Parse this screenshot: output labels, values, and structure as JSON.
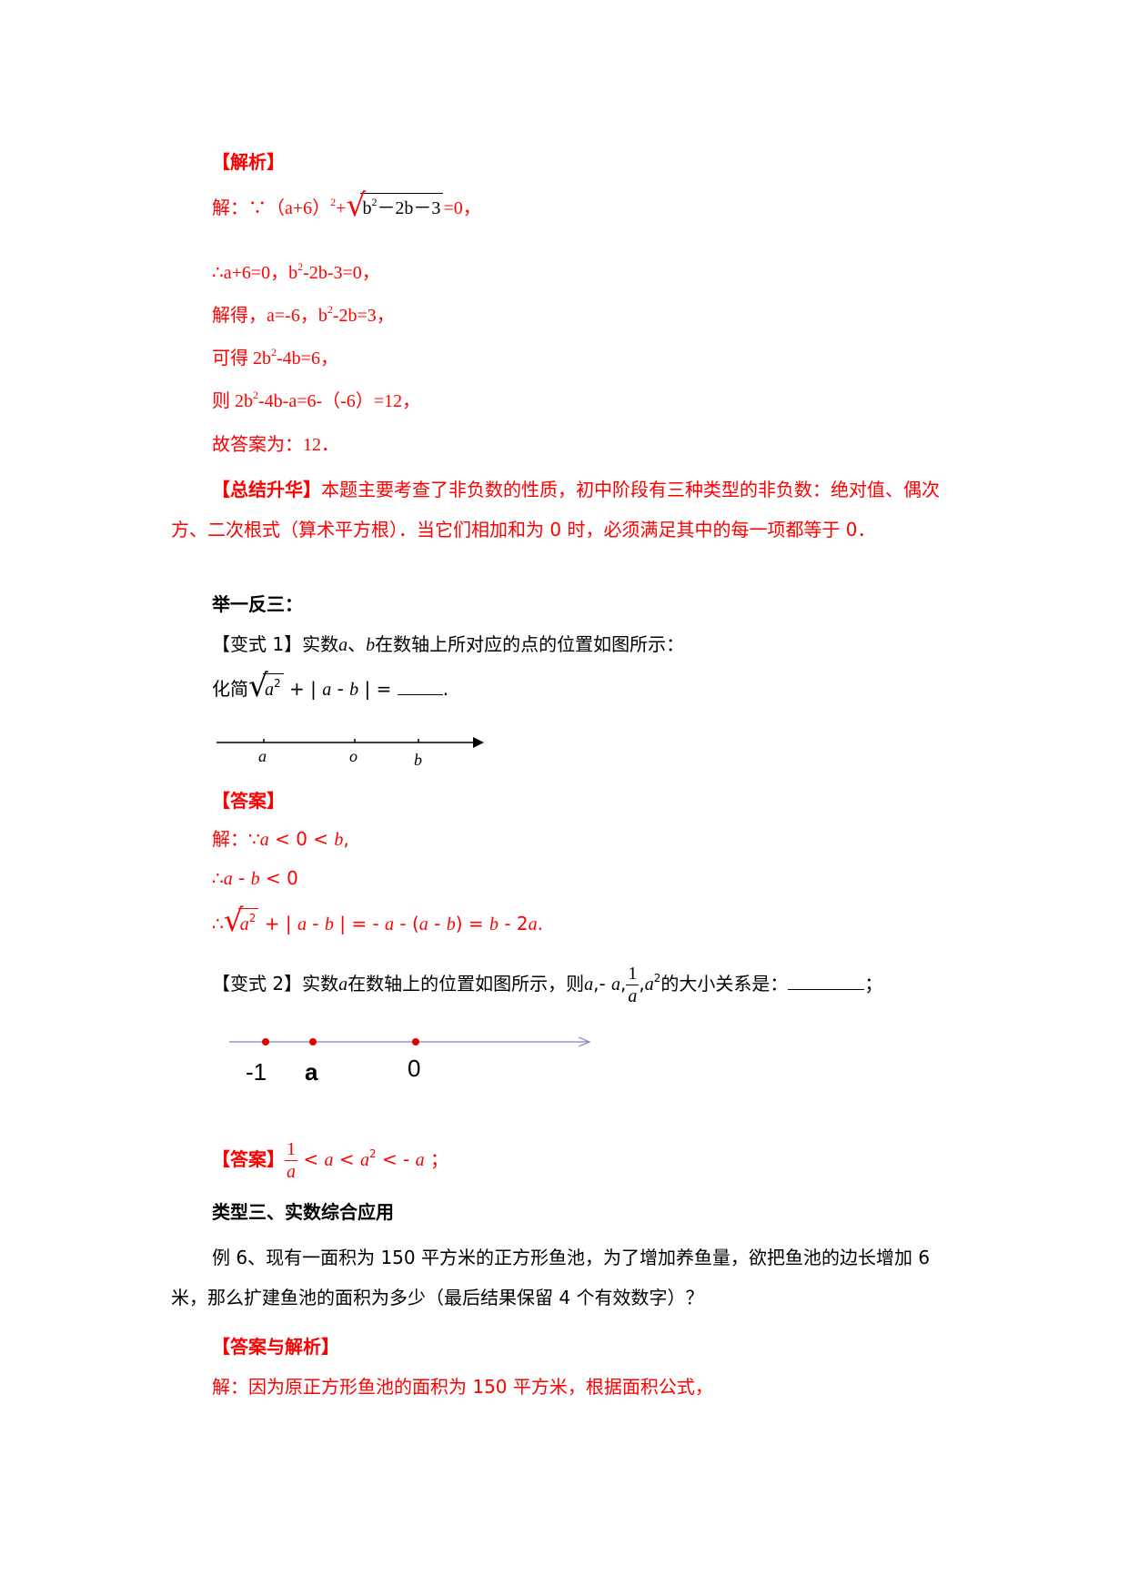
{
  "analysis": {
    "heading": "【解析】",
    "l1_prefix": "解：∵（a+6）",
    "l1_sup": "2",
    "l1_plus": "+",
    "l1_radicand_b": "b",
    "l1_radicand_sup": "2",
    "l1_radicand_rest": "－2b－3",
    "l1_suffix": "=0，",
    "l2_a": "∴a+6=0，b",
    "l2_sup": "2",
    "l2_b": "-2b-3=0，",
    "l3_a": "解得，a=-6，b",
    "l3_sup": "2",
    "l3_b": "-2b=3，",
    "l4_a": "可得 2b",
    "l4_sup": "2",
    "l4_b": "-4b=6，",
    "l5_a": "则 2b",
    "l5_sup": "2",
    "l5_b": "-4b-a=6-（-6）=12，",
    "l6": "故答案为：12．"
  },
  "summary": {
    "label": "【总结升华】",
    "text": "本题主要考查了非负数的性质，初中阶段有三种类型的非负数：绝对值、偶次方、二次根式（算术平方根）．当它们相加和为 0 时，必须满足其中的每一项都等于 0．"
  },
  "practice": {
    "heading": "举一反三：",
    "v1_label": "【变式 1】实数",
    "v1_a": "a",
    "v1_sep": "、",
    "v1_b": "b",
    "v1_rest": "在数轴上所对应的点的位置如图所示：",
    "v1_simplify": "化简",
    "v1_rad": "a",
    "v1_rad_sup": "2",
    "v1_expr_a": " + | ",
    "v1_expr_var_a": "a",
    "v1_expr_mid": " - ",
    "v1_expr_var_b": "b",
    "v1_expr_end": " | = ",
    "v1_blank": "       ",
    "v1_period": ".",
    "axis1": {
      "label_a": "a",
      "label_0": "o",
      "label_b": "b"
    },
    "answer_label": "【答案】",
    "ans_l1_a": "解：∵",
    "ans_l1_var_a": "a",
    "ans_l1_b": " < 0 < ",
    "ans_l1_var_b": "b",
    "ans_l1_c": ",",
    "ans_l2_a": "∴",
    "ans_l2_var_a": "a",
    "ans_l2_b": " - ",
    "ans_l2_var_b": "b",
    "ans_l2_c": " < 0",
    "ans_l3_a": "∴",
    "ans_l3_rad": "a",
    "ans_l3_rad_sup": "2",
    "ans_l3_b": " + | ",
    "ans_l3_c": "a",
    "ans_l3_d": " - ",
    "ans_l3_e": "b",
    "ans_l3_f": " | = - ",
    "ans_l3_g": "a",
    "ans_l3_h": " - (",
    "ans_l3_i": "a",
    "ans_l3_j": " - ",
    "ans_l3_k": "b",
    "ans_l3_l": ") = ",
    "ans_l3_m": "b",
    "ans_l3_n": " - 2",
    "ans_l3_o": "a",
    "ans_l3_p": ".",
    "v2_label": "【变式 2】实数",
    "v2_a": "a",
    "v2_rest1": "在数轴上的位置如图所示，则",
    "v2_list_a": "a",
    "v2_list_sep1": ",- ",
    "v2_list_b": "a",
    "v2_list_sep2": ",",
    "v2_frac_num": "1",
    "v2_frac_den": "a",
    "v2_list_sep3": ",",
    "v2_list_c": "a",
    "v2_list_sup": "2",
    "v2_rest2": "的大小关系是：",
    "v2_blank": "        ",
    "v2_end": "；",
    "axis2": {
      "label_m1": "-1",
      "label_a": "a",
      "label_0": "0"
    },
    "answer2_label": "【答案】",
    "ans2_num": "1",
    "ans2_den": "a",
    "ans2_b": " < ",
    "ans2_var_a": "a",
    "ans2_c": " < ",
    "ans2_var_a2": "a",
    "ans2_sup": "2",
    "ans2_d": " < - ",
    "ans2_var_a3": "a",
    "ans2_end": "  ；"
  },
  "type3": {
    "heading": "类型三、实数综合应用",
    "example": "例 6、现有一面积为 150 平方米的正方形鱼池，为了增加养鱼量，欲把鱼池的边长增加 6 米，那么扩建鱼池的面积为多少（最后结果保留 4 个有效数字）？",
    "answer_label": "【答案与解析】",
    "answer_text": "解：因为原正方形鱼池的面积为 150 平方米，根据面积公式，"
  },
  "colors": {
    "red": "#ff0000",
    "axis2_line": "#8080c0",
    "axis2_point": "#e00000"
  }
}
